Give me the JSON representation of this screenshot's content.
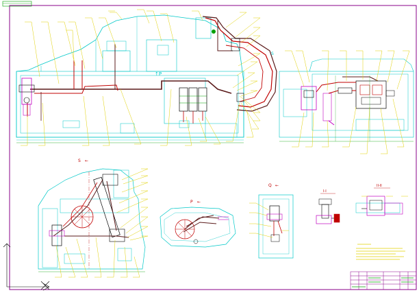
{
  "title_stamp": "",
  "views": {
    "top_label": "↑P",
    "s_label": "S",
    "s_arrow": "←",
    "p_label": "P",
    "p_arrow": "←",
    "q_label": "Q",
    "q_arrow": "←",
    "detail1_label": "I-I",
    "detail2_label": "II-II",
    "right_top_label": "S"
  },
  "colors": {
    "outline_cyan": "#00c8c8",
    "pipe_red": "#c00000",
    "pipe_dark": "#5a1a1a",
    "leader_yellow": "#e0d000",
    "frame_magenta": "#a000a0",
    "frame_black": "#000000",
    "dim_green": "#00a000",
    "component_magenta": "#c000c0"
  }
}
